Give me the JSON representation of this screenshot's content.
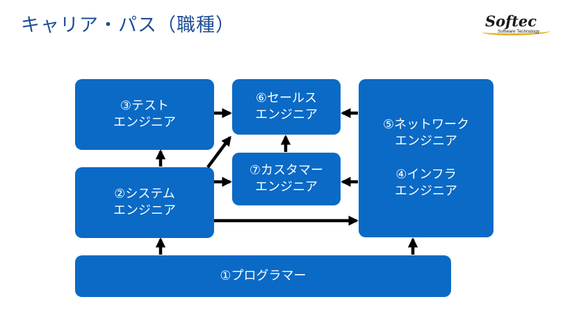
{
  "title": "キャリア・パス（職種）",
  "logo": {
    "name": "Softec",
    "tagline": "Software Technology"
  },
  "boxes": {
    "test": {
      "line1": "③テスト",
      "line2": "エンジニア"
    },
    "sales": {
      "line1": "⑥セールス",
      "line2": "エンジニア"
    },
    "network": {
      "line1": "⑤ネットワーク",
      "line2": "エンジニア",
      "line3": "④インフラ",
      "line4": "エンジニア"
    },
    "customer": {
      "line1": "⑦カスタマー",
      "line2": "エンジニア"
    },
    "system": {
      "line1": "②システム",
      "line2": "エンジニア"
    },
    "programmer": {
      "line1": "①プログラマー"
    }
  },
  "colors": {
    "box": "#0a6ac6",
    "title": "#1f4e96",
    "arrow": "#000000",
    "logo_swoosh": "#e6b422"
  }
}
